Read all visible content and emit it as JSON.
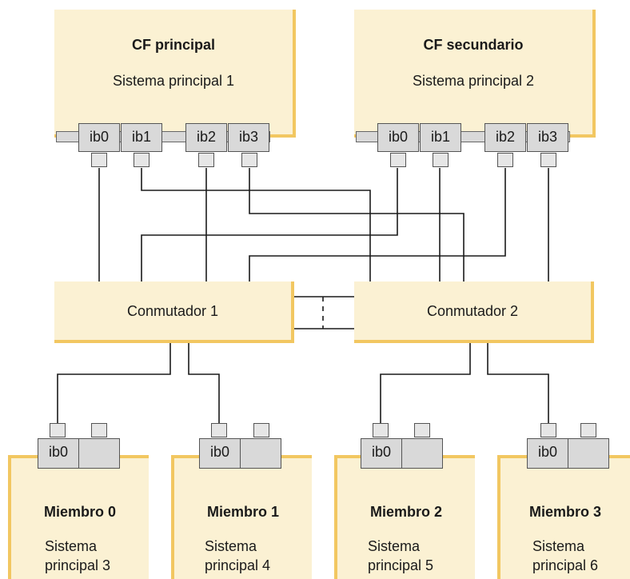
{
  "cf_primary": {
    "title": "CF principal",
    "host": "Sistema principal 1",
    "ports": [
      "ib0",
      "ib1",
      "ib2",
      "ib3"
    ]
  },
  "cf_secondary": {
    "title": "CF secundario",
    "host": "Sistema principal 2",
    "ports": [
      "ib0",
      "ib1",
      "ib2",
      "ib3"
    ]
  },
  "switches": [
    {
      "label": "Conmutador 1"
    },
    {
      "label": "Conmutador 2"
    }
  ],
  "members": [
    {
      "title": "Miembro 0",
      "host_line1": "Sistema",
      "host_line2": "principal 3",
      "port": "ib0"
    },
    {
      "title": "Miembro 1",
      "host_line1": "Sistema",
      "host_line2": "principal 4",
      "port": "ib0"
    },
    {
      "title": "Miembro 2",
      "host_line1": "Sistema",
      "host_line2": "principal 5",
      "port": "ib0"
    },
    {
      "title": "Miembro 3",
      "host_line1": "Sistema",
      "host_line2": "principal 6",
      "port": "ib0"
    }
  ],
  "colors": {
    "box_fill": "#fbf1d3",
    "box_edge": "#f2c761",
    "port_fill": "#d9d9d9",
    "line": "#1a1a1a"
  }
}
